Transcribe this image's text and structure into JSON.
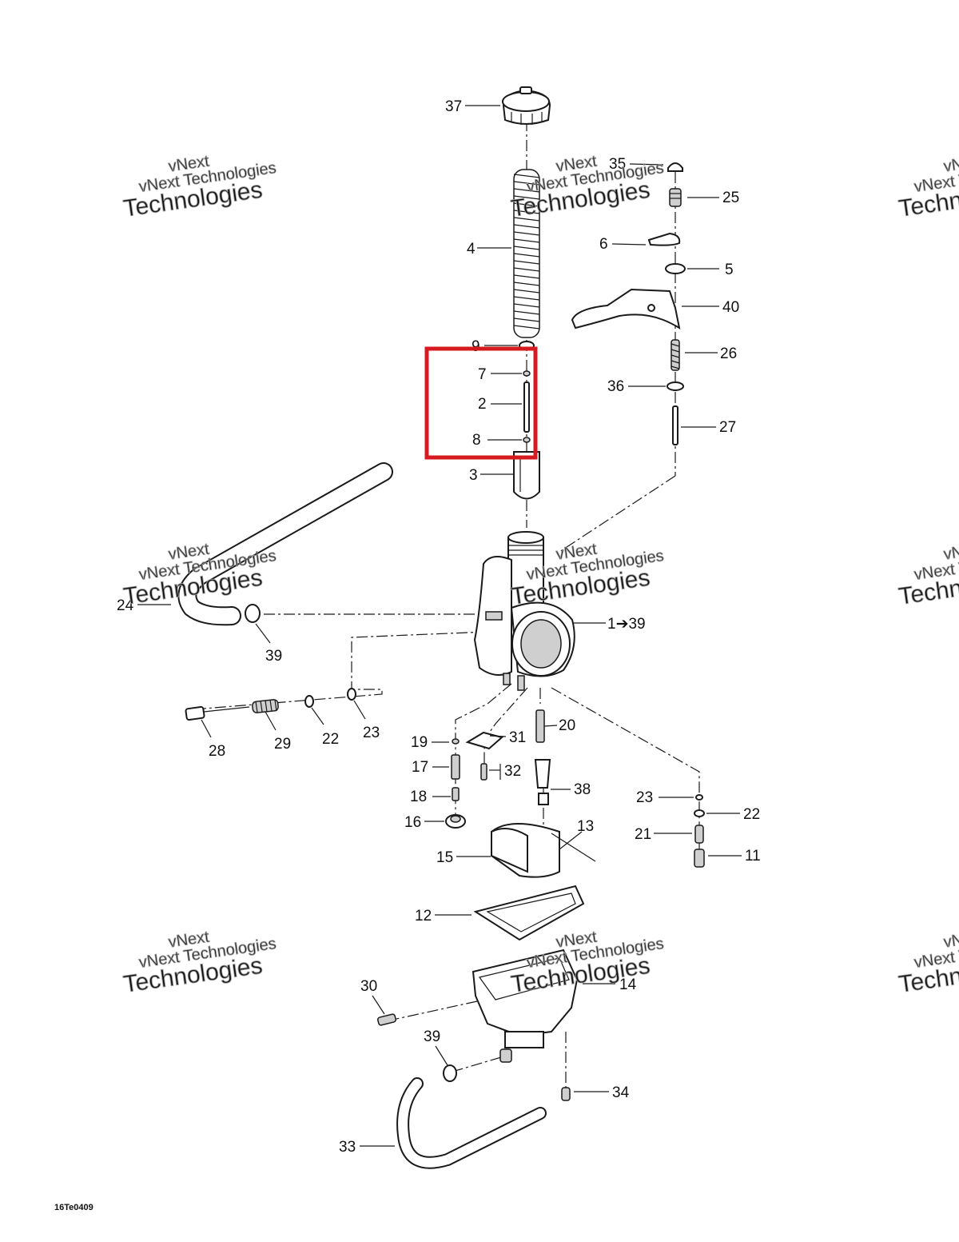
{
  "watermark": {
    "line1": "vNext",
    "line2": "vNext Technologies",
    "line3": "Technologies"
  },
  "figure_code": "16Te0409",
  "labels": {
    "l37": "37",
    "l35": "35",
    "l25": "25",
    "l4": "4",
    "l6": "6",
    "l5": "5",
    "l40": "40",
    "l9": "9",
    "l7": "7",
    "l2": "2",
    "l8": "8",
    "l26": "26",
    "l36": "36",
    "l27": "27",
    "l3": "3",
    "l24": "24",
    "l39a": "39",
    "l1": "1➔39",
    "l28": "28",
    "l29": "29",
    "l22a": "22",
    "l23a": "23",
    "l19": "19",
    "l31": "31",
    "l20": "20",
    "l17": "17",
    "l32": "32",
    "l38": "38",
    "l18": "18",
    "l16": "16",
    "l13": "13",
    "l15": "15",
    "l23b": "23",
    "l22b": "22",
    "l21": "21",
    "l11": "11",
    "l12": "12",
    "l30": "30",
    "l14": "14",
    "l39b": "39",
    "l34": "34",
    "l33": "33"
  },
  "highlight": {
    "color": "#d71920",
    "items": [
      "7",
      "2",
      "8"
    ]
  }
}
